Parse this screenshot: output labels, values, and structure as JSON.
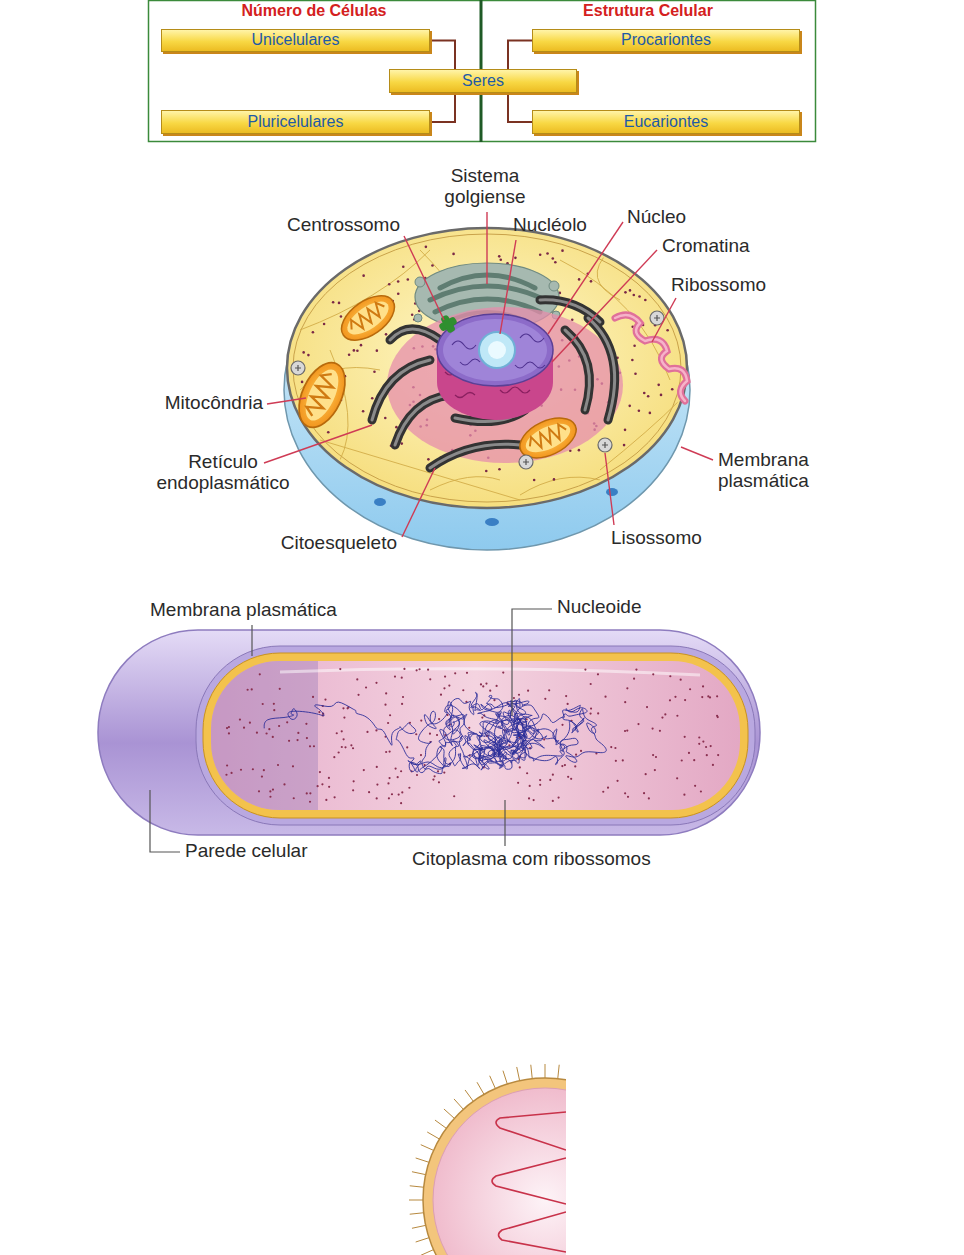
{
  "diagram": {
    "nodes": [
      {
        "text": [
          "Unicelulares"
        ]
      },
      {
        "text": [
          "Procariontes"
        ]
      },
      {
        "text": [
          "Seres"
        ]
      },
      {
        "text": [
          "Pluricelulares"
        ]
      },
      {
        "text": [
          "Eucariontes"
        ]
      }
    ],
    "edges": [
      {
        "from": 0,
        "to": 2,
        "arrow": "none"
      },
      {
        "from": 1,
        "to": 2,
        "arrow": "none"
      },
      {
        "from": 3,
        "to": 2,
        "arrow": "none"
      },
      {
        "from": 4,
        "to": 2,
        "arrow": "none"
      }
    ],
    "labels": [
      "Número de Células",
      "Estrutura Celular",
      "Sistema golgiense",
      "Centrossomo",
      "Nucléolo",
      "Núcleo",
      "Cromatina",
      "Ribossomo",
      "Mitocôndria",
      "Retículo endoplasmático",
      "Membrana plasmática",
      "Citoesqueleto",
      "Lisossomo",
      "Membrana plasmática",
      "Nucleoide",
      "Parede celular",
      "Citoplasma com ribossomos"
    ]
  }
}
